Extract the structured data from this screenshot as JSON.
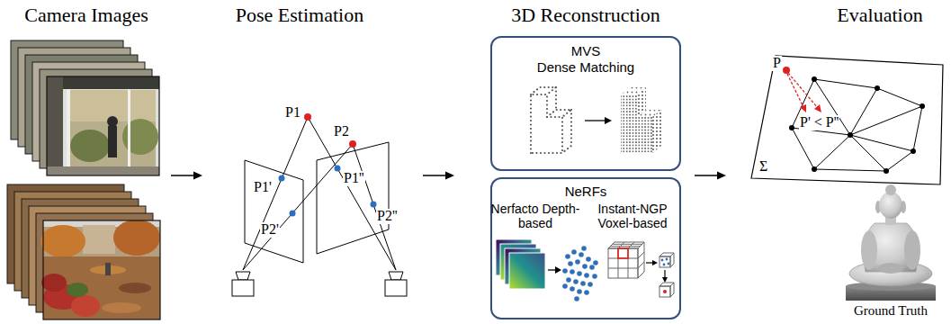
{
  "diagram": {
    "nodes": [
      {
        "text": [
          "Camera Images"
        ]
      },
      {
        "text": [
          "Pose Estimation"
        ]
      },
      {
        "text": [
          "3D Reconstruction"
        ]
      },
      {
        "text": [
          "MVS",
          "Dense Matching"
        ],
        "in": 2
      },
      {
        "text": [
          "NeRFs",
          "Nerfacto Depth-based",
          "Instant-NGP Voxel-based"
        ],
        "in": 2
      },
      {
        "text": [
          "Evaluation"
        ]
      }
    ],
    "edges": [
      {
        "from": 0,
        "to": 1,
        "arrow": "to"
      },
      {
        "from": 1,
        "to": 2,
        "arrow": "to"
      },
      {
        "from": 2,
        "to": 5,
        "arrow": "to"
      }
    ],
    "labels": [
      "P1",
      "P1'",
      "P2'",
      "P2",
      "P1''",
      "P2''",
      "P",
      "P' < P''",
      "Σ",
      "Ground Truth"
    ]
  }
}
